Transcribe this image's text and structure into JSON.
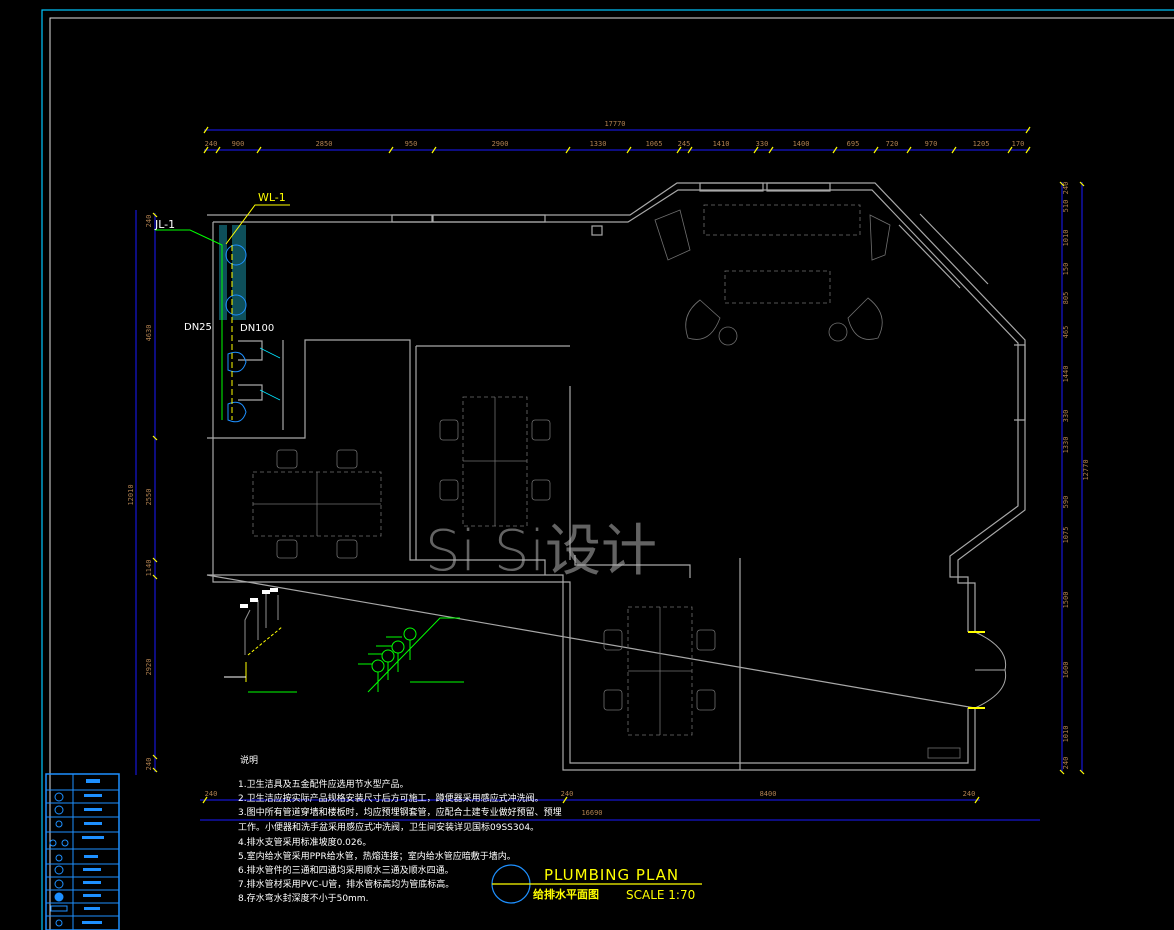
{
  "drawing": {
    "title_en": "PLUMBING PLAN",
    "title_cn": "给排水平面图",
    "scale": "SCALE 1:70",
    "watermark": "Si Si设计",
    "colors": {
      "background": "#000000",
      "frame": "#00c8ff",
      "wall": "#a8a8a8",
      "dimension_line": "#1a1aff",
      "dimension_text": "#b08050",
      "title": "#ffff00",
      "water_supply": "#00ff00",
      "drainage": "#ffff00",
      "fixtures": "#1e90ff"
    }
  },
  "pipes": {
    "drain_riser": "WL-1",
    "supply_riser": "JL-1",
    "supply_size": "DN25",
    "drain_size": "DN100"
  },
  "dimensions": {
    "top_total": "17770",
    "top": [
      "240",
      "900",
      "2850",
      "950",
      "2900",
      "1330",
      "1065",
      "245",
      "1410",
      "330",
      "1400",
      "695",
      "720",
      "970",
      "1205",
      "170"
    ],
    "right_total": "12770",
    "right": [
      "240",
      "510",
      "1010",
      "150",
      "805",
      "465",
      "1440",
      "330",
      "1330",
      "590",
      "1075",
      "1500",
      "1600",
      "1010",
      "240"
    ],
    "left_total": "12010",
    "left": [
      "240",
      "4630",
      "2550",
      "1140",
      "2920",
      "240"
    ],
    "bottom_total": "16690",
    "bottom": [
      "240",
      "240",
      "8400",
      "240"
    ]
  },
  "notes": {
    "heading": "说明",
    "items": [
      "1.卫生洁具及五金配件应选用节水型产品。",
      "2.卫生洁应按实际产品规格安装尺寸后方可施工，蹲便器采用感应式冲洗阀。",
      "3.图中所有管道穿墙和楼板时，均应预埋钢套管，应配合土建专业做好预留、预埋",
      "工作。小便器和洗手盆采用感应式冲洗阀，卫生间安装详见国标09SS304。",
      "4.排水支管采用标准坡度0.026。",
      "5.室内给水管采用PPR给水管，热熔连接；室内给水管应暗敷于墙内。",
      "6.排水管件的三通和四通均采用顺水三通及顺水四通。",
      "7.排水管材采用PVC-U管，排水管标高均为管底标高。",
      "8.存水弯水封深度不小于50mm."
    ]
  }
}
